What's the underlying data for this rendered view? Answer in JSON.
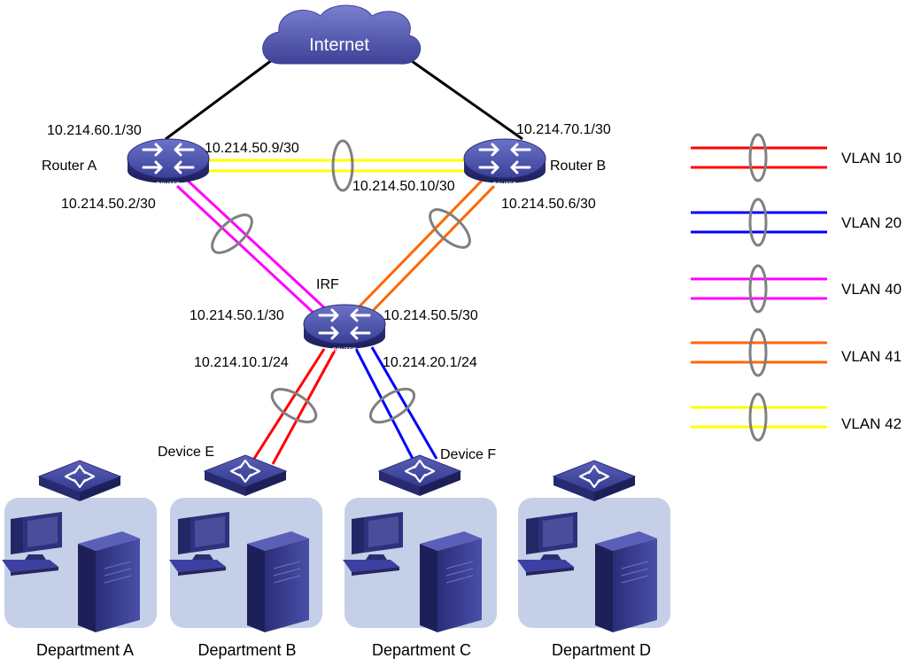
{
  "cloud": {
    "label": "Internet"
  },
  "routers": {
    "router_a": {
      "name": "Router A",
      "badge": "ROUTER"
    },
    "router_b": {
      "name": "Router B",
      "badge": "ROUTER"
    },
    "irf": {
      "name": "IRF",
      "badge": "ROUTER"
    }
  },
  "ip_labels": {
    "ra_internet": "10.214.60.1/30",
    "rb_internet": "10.214.70.1/30",
    "ra_to_rb": "10.214.50.9/30",
    "rb_to_ra": "10.214.50.10/30",
    "ra_to_irf": "10.214.50.2/30",
    "rb_to_irf": "10.214.50.6/30",
    "irf_to_ra": "10.214.50.1/30",
    "irf_to_rb": "10.214.50.5/30",
    "irf_vlan10": "10.214.10.1/24",
    "irf_vlan20": "10.214.20.1/24"
  },
  "devices": {
    "device_e": "Device E",
    "device_f": "Device F"
  },
  "departments": [
    "Department A",
    "Department B",
    "Department C",
    "Department D"
  ],
  "legend": [
    {
      "label": "VLAN 10",
      "color": "#ff0000"
    },
    {
      "label": "VLAN 20",
      "color": "#0000ff"
    },
    {
      "label": "VLAN 40",
      "color": "#ff00ff"
    },
    {
      "label": "VLAN 41",
      "color": "#ff6600"
    },
    {
      "label": "VLAN 42",
      "color": "#ffff00"
    }
  ],
  "link_colors": {
    "internet": "#000000",
    "vlan10": "#ff0000",
    "vlan20": "#0000ff",
    "vlan40": "#ff00ff",
    "vlan41": "#ff6600",
    "vlan42": "#ffff00",
    "aggregation_ellipse": "#808080"
  }
}
